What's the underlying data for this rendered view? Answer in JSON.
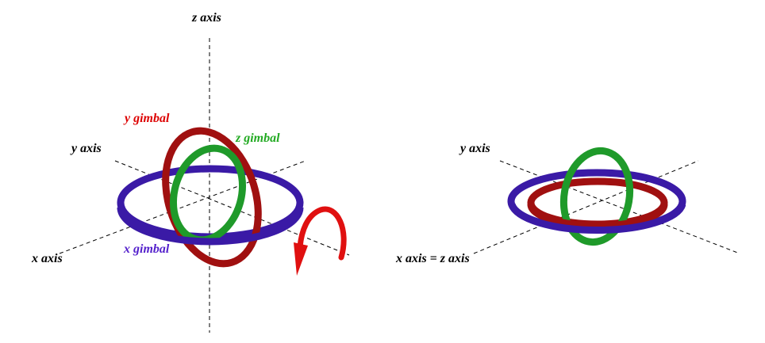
{
  "left_panel": {
    "z_axis_label": "z axis",
    "y_axis_label": "y axis",
    "x_axis_label": "x axis",
    "y_gimbal_label": "y gimbal",
    "z_gimbal_label": "z gimbal",
    "x_gimbal_label": "x gimbal"
  },
  "right_panel": {
    "y_axis_label": "y axis",
    "x_axis_label": "x axis = z axis"
  },
  "colors": {
    "x_gimbal": "#3a1aa6",
    "y_gimbal": "#a01010",
    "z_gimbal": "#1f9a2a",
    "rotation_arrow": "#e01010",
    "y_gimbal_label": "#dd0000",
    "z_gimbal_label": "#22aa22",
    "x_gimbal_label": "#5522cc",
    "axis_label": "#000000"
  },
  "icons": {
    "rotation_arrow": "curved-arrow-icon"
  }
}
